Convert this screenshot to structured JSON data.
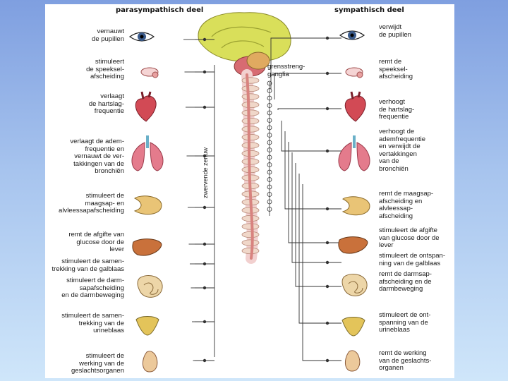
{
  "headers": {
    "left": "parasympathisch deel",
    "right": "sympathisch deel"
  },
  "labels": {
    "ganglia": "grensstreng-\nganglia",
    "nerve": "zwervende zenuw"
  },
  "parasympathetic": [
    "vernauwt\nde pupillen",
    "stimuleert\nde speeksel-\nafscheiding",
    "verlaagt\nde hartslag-\nfrequentie",
    "verlaagt de adem-\nfrequentie en\nvernauwt de ver-\ntakkingen van de\nbronchiën",
    "stimuleert de\nmaagsap- en\nalvleessapafscheiding",
    "remt de afgifte van\nglucose door de\nlever",
    "stimuleert de samen-\ntrekking van de galblaas",
    "stimuleert de darm-\nsapafscheiding\nen de darmbeweging",
    "stimuleert de samen-\ntrekking van de\nurineblaas",
    "stimuleert de\nwerking van de\ngeslachtsorganen"
  ],
  "sympathetic": [
    "verwijdt\nde pupillen",
    "remt de\nspeeksel-\nafscheiding",
    "verhoogt\nde hartslag-\nfrequentie",
    "verhoogt de\nademfrequentie\nen verwijdt de\nvertakkingen\nvan de\nbronchiën",
    "remt de maagsap-\nafscheiding en\nalvleessap-\nafscheiding",
    "stimuleert de afgifte\nvan glucose door de\nlever",
    "stimuleert de ontspan-\nning van de galblaas",
    "remt de darmsap-\nafscheiding en de\ndarmbeweging",
    "stimuleert de ont-\nspanning van de\nurineblaas",
    "remt de werking\nvan de geslachts-\norganen"
  ],
  "organ_icons": [
    "eye-icon",
    "salivary-gland-icon",
    "heart-icon",
    "lungs-icon",
    "stomach-icon",
    "liver-icon",
    "gallbladder-icon",
    "intestine-icon",
    "bladder-icon",
    "genital-icon"
  ],
  "colors": {
    "brain": "#d9df5a",
    "cord": "#d8837f",
    "organ_red": "#d24a55",
    "lung": "#e47b8c",
    "stomach": "#e9c476",
    "liver": "#c9713b",
    "intestine": "#edd6a8",
    "bladder": "#e3c45a",
    "genital": "#ecc99b",
    "line": "#333333"
  }
}
